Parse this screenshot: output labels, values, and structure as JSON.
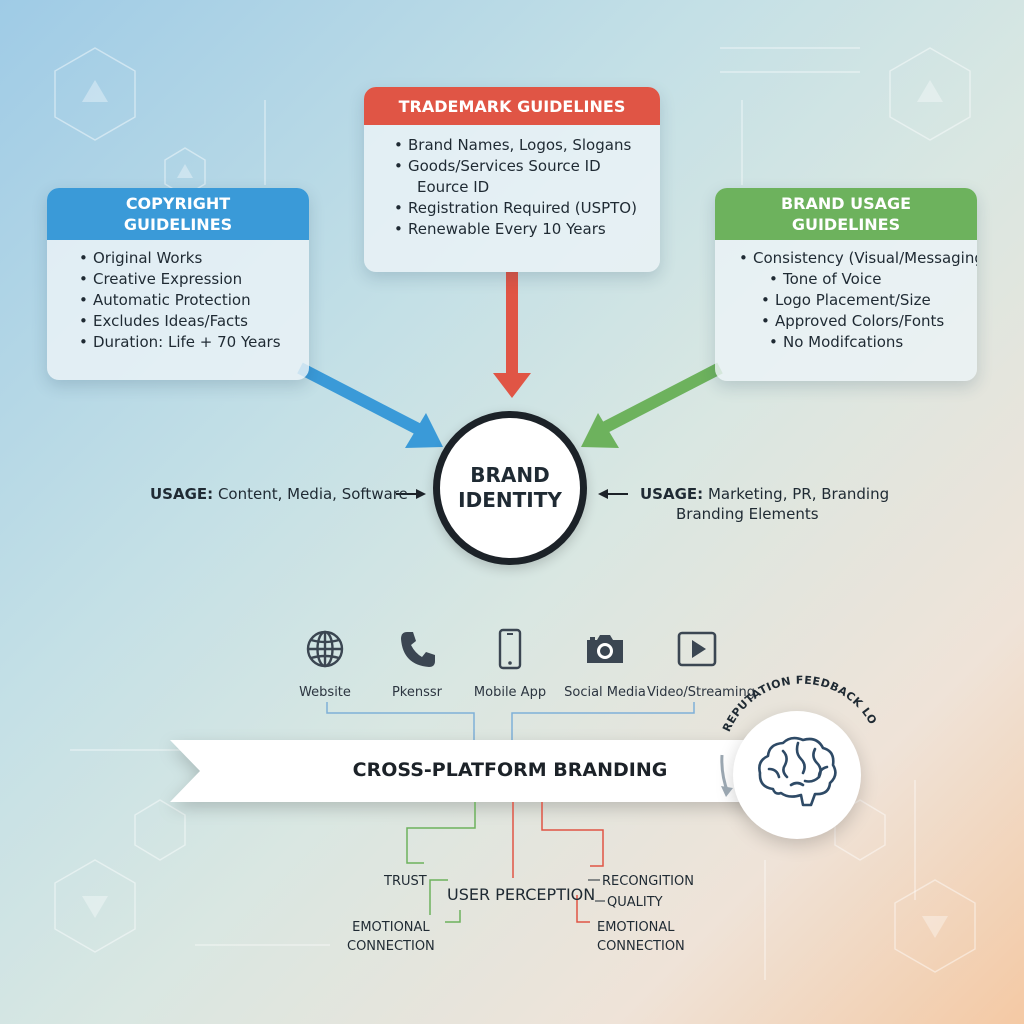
{
  "copyright": {
    "title_lines": [
      "COPYRIGHT",
      "GUIDELINES"
    ],
    "items": [
      "Original Works",
      "Creative Expression",
      "Automatic Protection",
      "Excludes Ideas/Facts",
      "Duration: Life + 70 Years"
    ]
  },
  "trademark": {
    "title": "TRADEMARK GUIDELINES",
    "items": [
      "Brand Names, Logos, Slogans",
      "Goods/Services Source ID",
      "Eource ID",
      "Registration Required (USPTO)",
      "Renewable Every 10 Years"
    ]
  },
  "brand_usage": {
    "title_lines": [
      "BRAND USAGE",
      "GUIDELINES"
    ],
    "items": [
      "Consistency (Visual/Messaging)",
      "Tone of Voice",
      "Logo Placement/Size",
      "Approved Colors/Fonts",
      "No Modifcations"
    ]
  },
  "hub": {
    "line1": "BRAND",
    "line2": "IDENTITY"
  },
  "usage_left": {
    "label": "USAGE:",
    "text": "Content, Media, Software"
  },
  "usage_right": {
    "label": "USAGE:",
    "text": "Marketing, PR, Branding",
    "line2": "Branding Elements"
  },
  "channels": [
    {
      "label": "Website",
      "icon": "globe-icon"
    },
    {
      "label": "Pkenssr",
      "icon": "phone-icon"
    },
    {
      "label": "Mobile App",
      "icon": "smartphone-icon"
    },
    {
      "label": "Social Media",
      "icon": "camera-icon"
    },
    {
      "label": "Video/Streaming",
      "icon": "play-icon"
    }
  ],
  "banner": {
    "text": "CROSS-PLATFORM BRANDING"
  },
  "feedback_loop": {
    "label": "REPUTATION FEEDBACK LOOP",
    "icon": "brain-icon"
  },
  "perception": {
    "trust": "TRUST",
    "user_perception": "USER PERCEPTION",
    "recognition": "RECONGITION",
    "quality": "QUALITY",
    "emotional_left": [
      "EMOTIONAL",
      "CONNECTION"
    ],
    "emotional_right": [
      "EMOTIONAL",
      "CONNECTION"
    ]
  },
  "colors": {
    "copyright": "#3a9ad8",
    "trademark": "#e05545",
    "brand_usage": "#6db25d",
    "dark": "#1c2228"
  }
}
